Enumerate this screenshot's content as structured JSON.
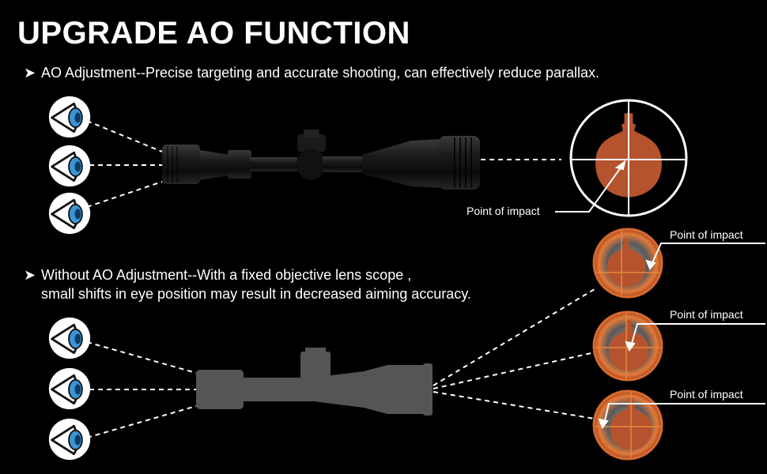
{
  "title": "UPGRADE AO FUNCTION",
  "bullet_icon": "arrowhead-icon",
  "with_ao": {
    "text": "AO Adjustment--Precise targeting and accurate shooting, can effectively reduce parallax.",
    "point_label": "Point of impact"
  },
  "without_ao": {
    "line1": "Without AO Adjustment--With a fixed objective lens scope ,",
    "line2": "small shifts in eye position may result in decreased aiming accuracy.",
    "point_labels": [
      "Point of impact",
      "Point of impact",
      "Point of impact"
    ]
  },
  "colors": {
    "target": "#b5532e",
    "target_glow": "#e07030",
    "eye_iris": "#3a95d6",
    "scope_gray": "#555555"
  }
}
